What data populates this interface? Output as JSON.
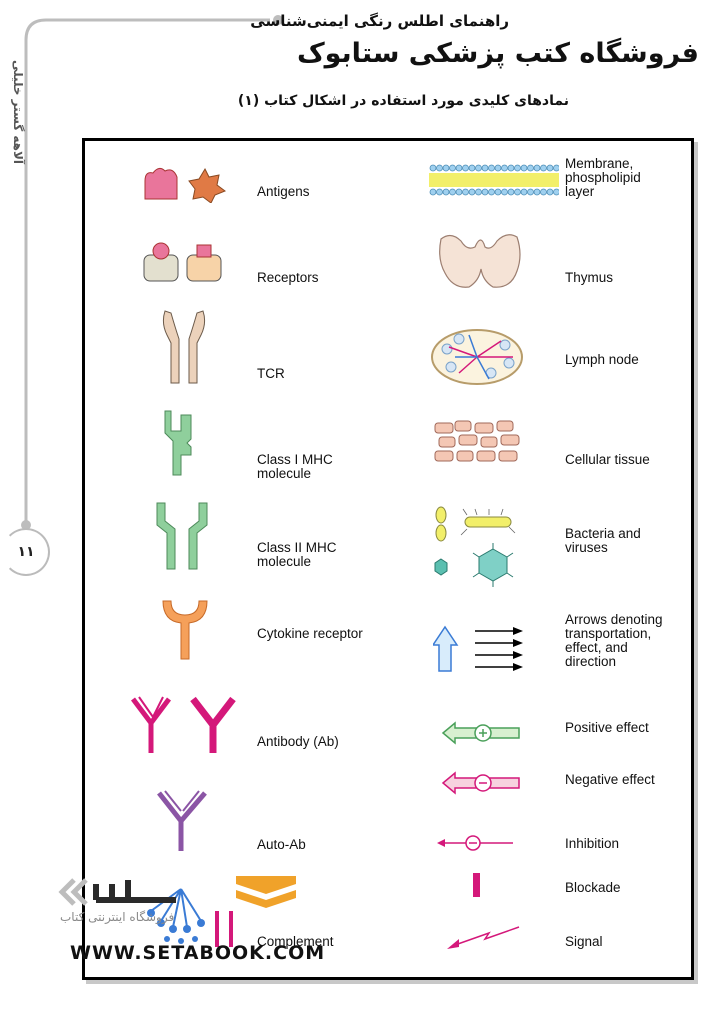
{
  "header": {
    "book_title": "راهنمای اطلس رنگی ایمنی‌شناسی",
    "store_title": "فروشگاه کتب پزشکی ستابوک",
    "section_title": "نمادهای کلیدی مورد استفاده در اشکال کتاب (۱)",
    "author": "آلاهه گستر خلیلی",
    "page_number": "۱۱"
  },
  "left_column": [
    {
      "label": "Antigens",
      "icon": "antigens-icon"
    },
    {
      "label": "Receptors",
      "icon": "receptors-icon"
    },
    {
      "label": "TCR",
      "icon": "tcr-icon"
    },
    {
      "label": "Class I MHC\nmolecule",
      "icon": "mhc-class1-icon"
    },
    {
      "label": "Class II MHC\nmolecule",
      "icon": "mhc-class2-icon"
    },
    {
      "label": "Cytokine receptor",
      "icon": "cytokine-receptor-icon"
    },
    {
      "label": "Antibody (Ab)",
      "icon": "antibody-icon"
    },
    {
      "label": "Auto-Ab",
      "icon": "auto-antibody-icon"
    },
    {
      "label": "Complement",
      "icon": "complement-icon"
    }
  ],
  "right_column": [
    {
      "label": "Membrane,\nphospholipid\nlayer",
      "icon": "membrane-icon"
    },
    {
      "label": "Thymus",
      "icon": "thymus-icon"
    },
    {
      "label": "Lymph node",
      "icon": "lymph-node-icon"
    },
    {
      "label": "Cellular tissue",
      "icon": "cellular-tissue-icon"
    },
    {
      "label": "Bacteria and\nviruses",
      "icon": "bacteria-viruses-icon"
    },
    {
      "label": "Arrows denoting\ntransportation,\neffect, and\ndirection",
      "icon": "arrows-icon"
    },
    {
      "label": "Positive effect",
      "icon": "positive-effect-icon"
    },
    {
      "label": "Negative effect",
      "icon": "negative-effect-icon"
    },
    {
      "label": "Inhibition",
      "icon": "inhibition-icon"
    },
    {
      "label": "Blockade",
      "icon": "blockade-icon"
    },
    {
      "label": "Signal",
      "icon": "signal-icon"
    }
  ],
  "watermark": {
    "url": "WWW.SETABOOK.COM",
    "subtitle": "فروشگاه اینترنتی کتاب"
  },
  "colors": {
    "pink": "#e9759b",
    "orange": "#e07a45",
    "green": "#8fcf9c",
    "magenta": "#d4187a",
    "purple": "#8b55a5",
    "tan": "#ecd2bb",
    "watermark_orange": "#f0a22a"
  }
}
